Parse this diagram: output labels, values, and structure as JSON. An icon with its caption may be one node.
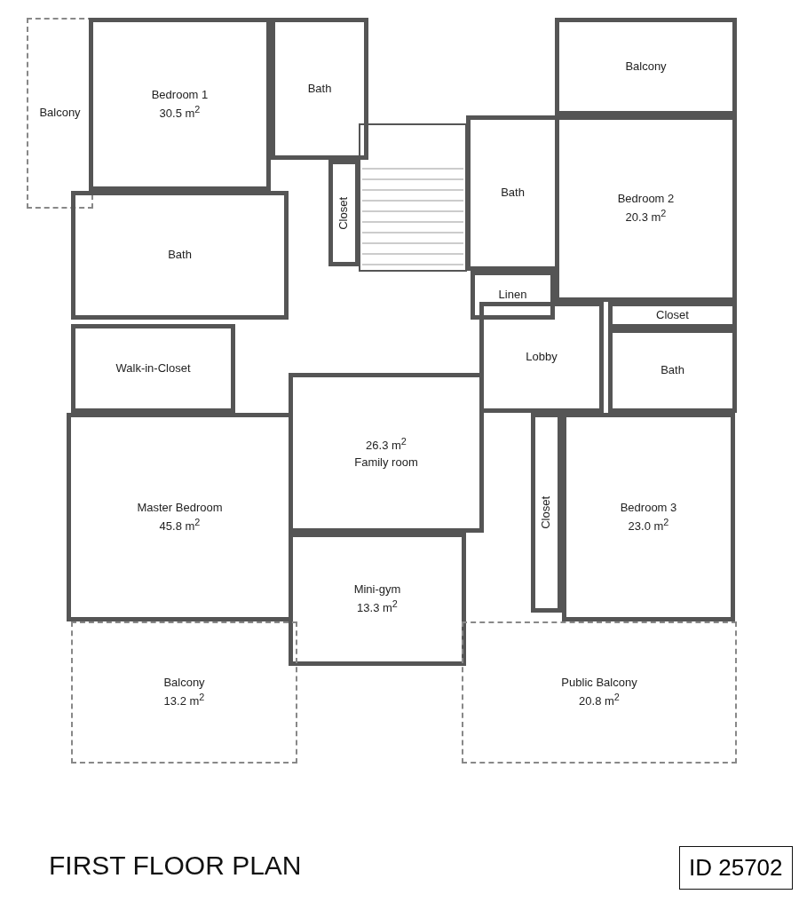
{
  "diagram": {
    "title": "FIRST FLOOR PLAN",
    "nodes": [
      {
        "text": [
          "Balcony"
        ]
      },
      {
        "text": [
          "Bedroom 1",
          "30.5 m$^{2}$"
        ]
      },
      {
        "text": [
          "Bath"
        ]
      },
      {
        "text": [
          "Closet"
        ]
      },
      {
        "text": [
          "Bath"
        ]
      },
      {
        "text": [
          "Balcony"
        ]
      },
      {
        "text": [
          "Bedroom 2",
          "20.3 m$^{2}$"
        ]
      },
      {
        "text": [
          "Bath"
        ]
      },
      {
        "text": [
          "Linen"
        ]
      },
      {
        "text": [
          "Closet"
        ]
      },
      {
        "text": [
          "Walk-in-Closet"
        ]
      },
      {
        "text": [
          "Lobby"
        ]
      },
      {
        "text": [
          "Bath"
        ]
      },
      {
        "text": [
          "26.3 m$^{2}$",
          "Family room"
        ]
      },
      {
        "text": [
          "Closet"
        ]
      },
      {
        "text": [
          "Bedroom 3",
          "23.0 m$^{2}$"
        ]
      },
      {
        "text": [
          "Master Bedroom",
          "45.8 m$^{2}$"
        ]
      },
      {
        "text": [
          "Mini-gym",
          "13.3 m$^{2}$"
        ]
      },
      {
        "text": [
          "Balcony",
          "13.2 m$^{2}$"
        ]
      },
      {
        "text": [
          "Public Balcony",
          "20.8 m$^{2}$"
        ]
      }
    ],
    "labels": [
      "ID 25702"
    ]
  }
}
